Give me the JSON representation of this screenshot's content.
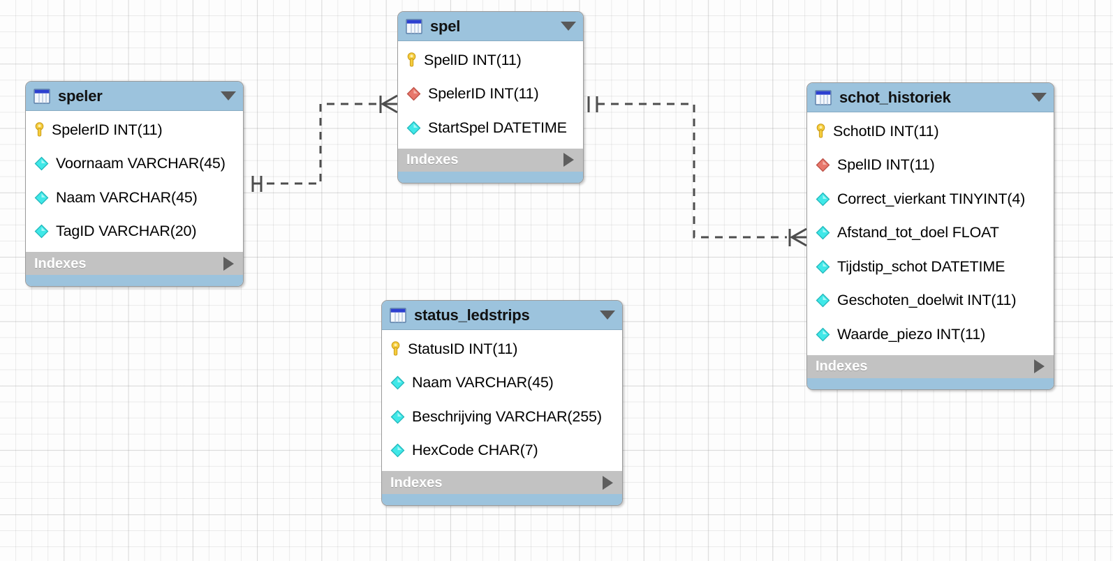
{
  "diagram": {
    "kind": "eer-diagram",
    "background": "#fdfdfd",
    "grid_color": "#e4e4e4",
    "colors": {
      "header": "#9cc3dd",
      "body": "#ffffff",
      "indexes_bar": "#c2c2c2",
      "footer": "#9cc3dd",
      "border": "#9a9a9a",
      "pk_icon": "#f2c230",
      "fk_icon": "#e3766a",
      "column_icon": "#3fe0e0",
      "text": "#000000",
      "connector": "#4d4d4d"
    },
    "indexes_label": "Indexes"
  },
  "tables": [
    {
      "name": "speler",
      "icon": "table-icon",
      "collapse_icon": "chevron-down-icon",
      "indexes_label": "Indexes",
      "indexes_expand_icon": "chevron-right-icon",
      "columns": [
        {
          "icon": "key-icon",
          "label": "SpelerID INT(11)"
        },
        {
          "icon": "column-icon",
          "label": "Voornaam VARCHAR(45)"
        },
        {
          "icon": "column-icon",
          "label": "Naam VARCHAR(45)"
        },
        {
          "icon": "column-icon",
          "label": "TagID VARCHAR(20)"
        }
      ]
    },
    {
      "name": "spel",
      "icon": "table-icon",
      "collapse_icon": "chevron-down-icon",
      "indexes_label": "Indexes",
      "indexes_expand_icon": "chevron-right-icon",
      "columns": [
        {
          "icon": "key-icon",
          "label": "SpelID INT(11)"
        },
        {
          "icon": "foreign-key-icon",
          "label": "SpelerID INT(11)"
        },
        {
          "icon": "column-icon",
          "label": "StartSpel DATETIME"
        }
      ]
    },
    {
      "name": "schot_historiek",
      "icon": "table-icon",
      "collapse_icon": "chevron-down-icon",
      "indexes_label": "Indexes",
      "indexes_expand_icon": "chevron-right-icon",
      "columns": [
        {
          "icon": "key-icon",
          "label": "SchotID INT(11)"
        },
        {
          "icon": "foreign-key-icon",
          "label": "SpelID INT(11)"
        },
        {
          "icon": "column-icon",
          "label": "Correct_vierkant TINYINT(4)"
        },
        {
          "icon": "column-icon",
          "label": "Afstand_tot_doel FLOAT"
        },
        {
          "icon": "column-icon",
          "label": "Tijdstip_schot DATETIME"
        },
        {
          "icon": "column-icon",
          "label": "Geschoten_doelwit INT(11)"
        },
        {
          "icon": "column-icon",
          "label": "Waarde_piezo INT(11)"
        }
      ]
    },
    {
      "name": "status_ledstrips",
      "icon": "table-icon",
      "collapse_icon": "chevron-down-icon",
      "indexes_label": "Indexes",
      "indexes_expand_icon": "chevron-right-icon",
      "columns": [
        {
          "icon": "key-icon",
          "label": "StatusID INT(11)"
        },
        {
          "icon": "column-icon",
          "label": "Naam VARCHAR(45)"
        },
        {
          "icon": "column-icon",
          "label": "Beschrijving VARCHAR(255)"
        },
        {
          "icon": "column-icon",
          "label": "HexCode CHAR(7)"
        }
      ]
    }
  ],
  "relationships": [
    {
      "from_table": "speler",
      "to_table": "spel",
      "from_notation": "one-and-only-one",
      "to_notation": "zero-or-many",
      "line_style": "dashed"
    },
    {
      "from_table": "spel",
      "to_table": "schot_historiek",
      "from_notation": "one-and-only-one",
      "to_notation": "zero-or-many",
      "line_style": "dashed"
    }
  ]
}
